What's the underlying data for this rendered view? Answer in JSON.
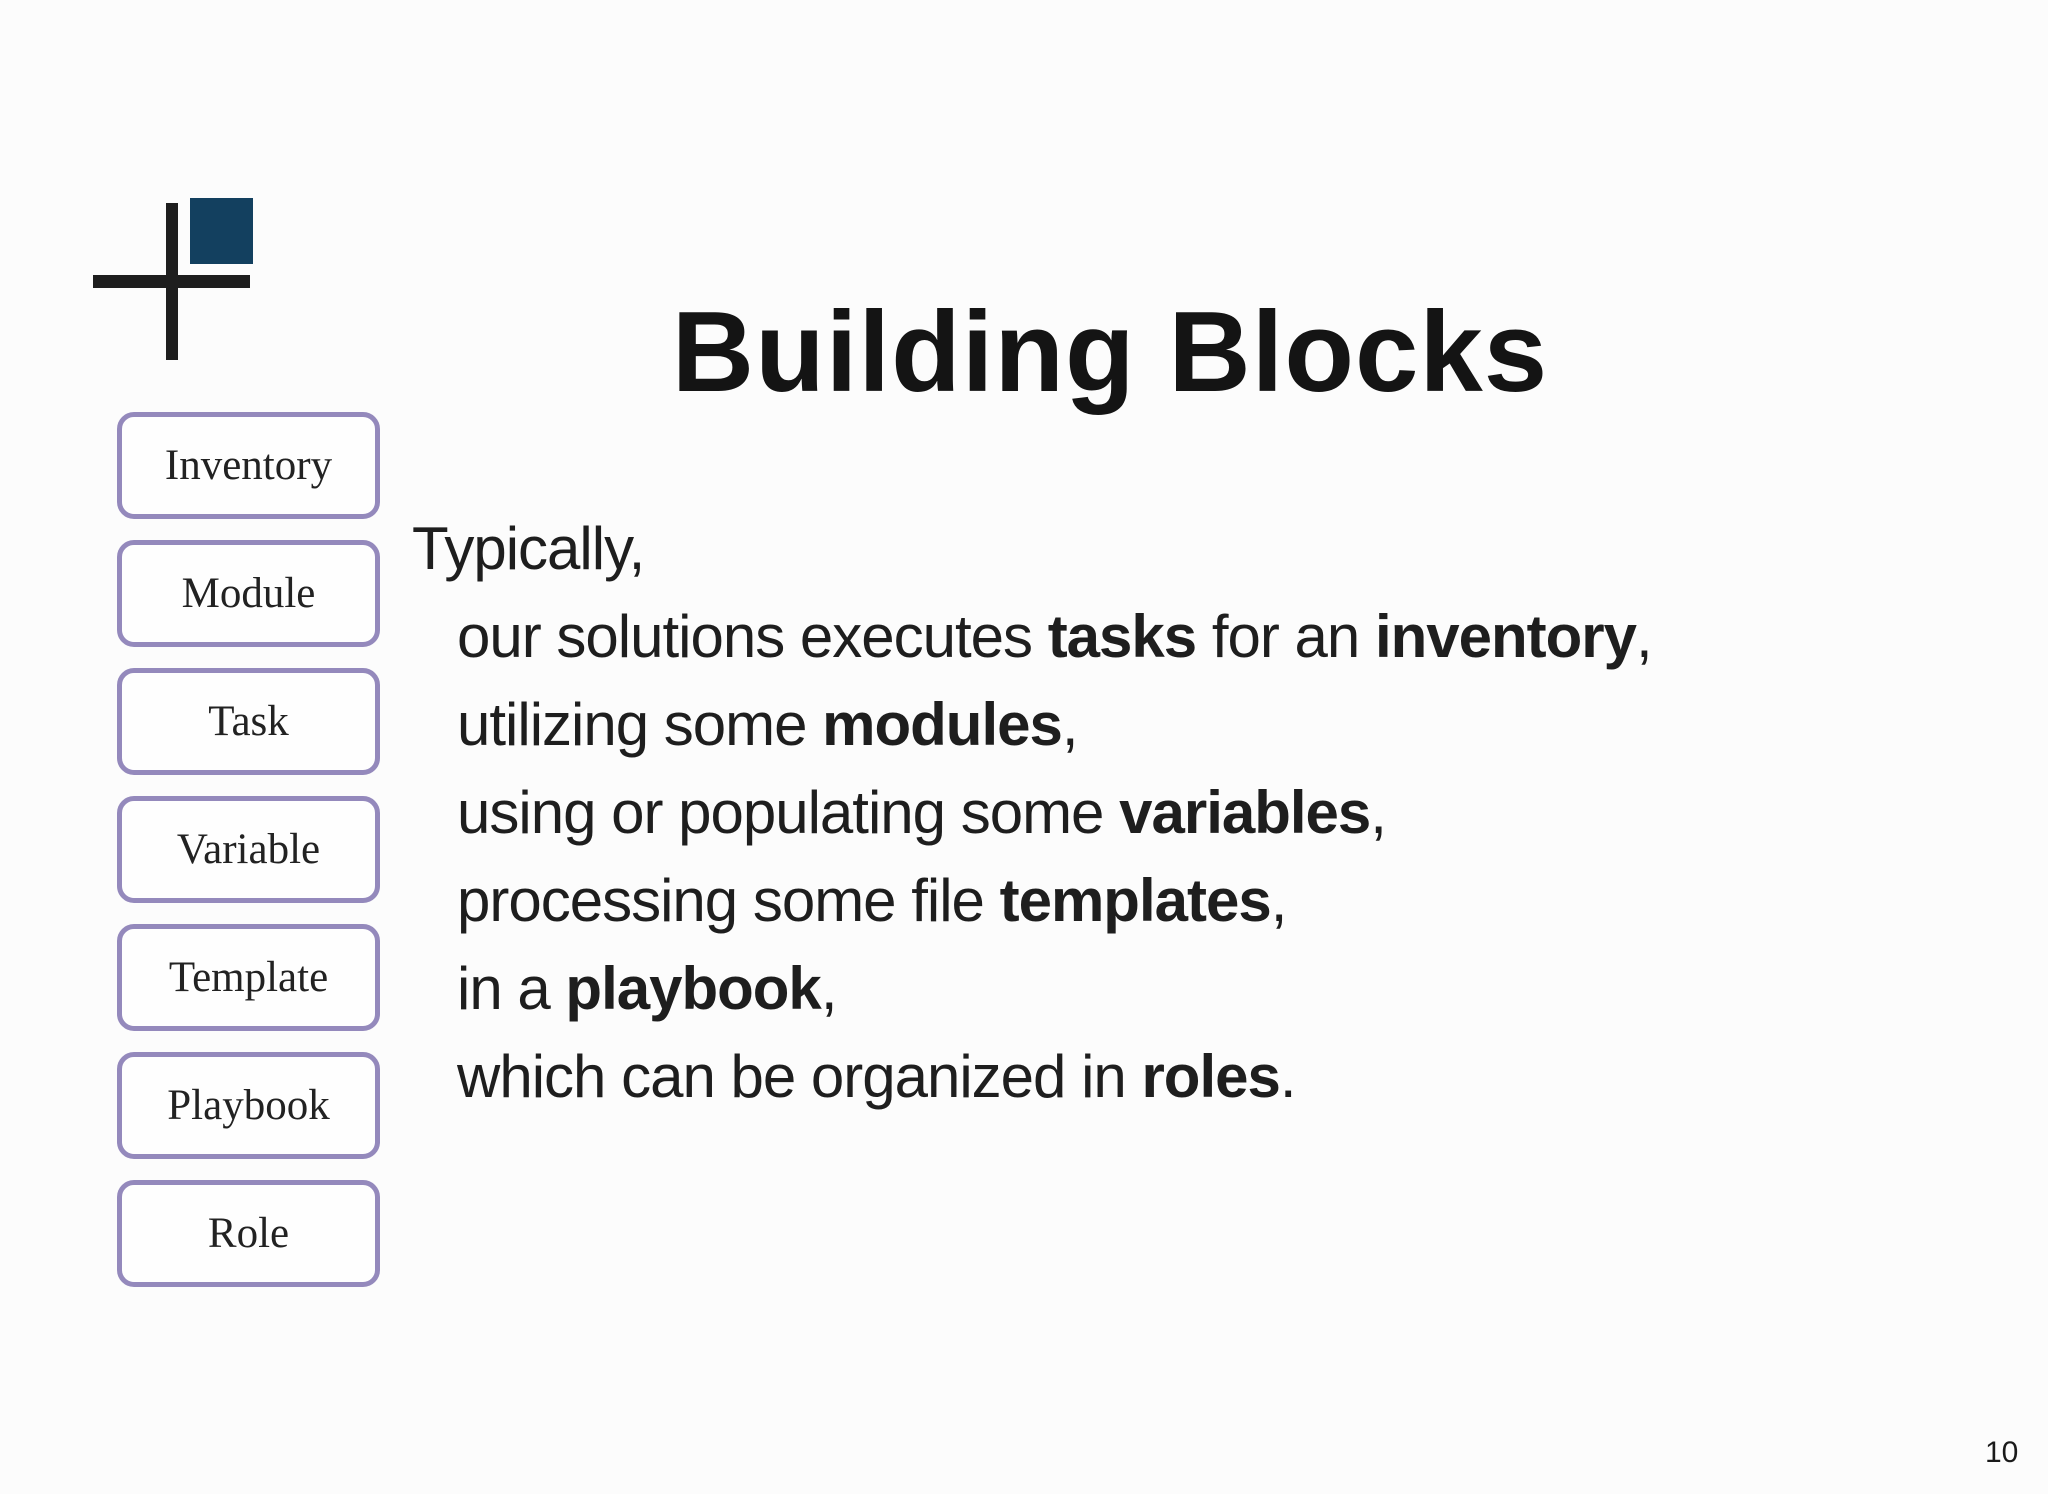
{
  "title": "Building Blocks",
  "page_number": "10",
  "logo": {
    "cross_color": "#1E1E1E",
    "square_color": "#13405F"
  },
  "blocks": {
    "border_color": "#9489BC",
    "items": [
      "Inventory",
      "Module",
      "Task",
      "Variable",
      "Template",
      "Playbook",
      "Role"
    ]
  },
  "body": {
    "lines": [
      {
        "indent": false,
        "segments": [
          {
            "text": "Typically,",
            "bold": false
          }
        ]
      },
      {
        "indent": true,
        "segments": [
          {
            "text": "our solutions executes ",
            "bold": false
          },
          {
            "text": "tasks",
            "bold": true
          },
          {
            "text": " for an ",
            "bold": false
          },
          {
            "text": "inventory",
            "bold": true
          },
          {
            "text": ",",
            "bold": false
          }
        ]
      },
      {
        "indent": true,
        "segments": [
          {
            "text": "utilizing some ",
            "bold": false
          },
          {
            "text": "modules",
            "bold": true
          },
          {
            "text": ",",
            "bold": false
          }
        ]
      },
      {
        "indent": true,
        "segments": [
          {
            "text": "using or populating some ",
            "bold": false
          },
          {
            "text": "variables",
            "bold": true
          },
          {
            "text": ",",
            "bold": false
          }
        ]
      },
      {
        "indent": true,
        "segments": [
          {
            "text": "processing some file ",
            "bold": false
          },
          {
            "text": "templates",
            "bold": true
          },
          {
            "text": ",",
            "bold": false
          }
        ]
      },
      {
        "indent": true,
        "segments": [
          {
            "text": "in a ",
            "bold": false
          },
          {
            "text": "playbook",
            "bold": true
          },
          {
            "text": ",",
            "bold": false
          }
        ]
      },
      {
        "indent": true,
        "segments": [
          {
            "text": "which can be organized in ",
            "bold": false
          },
          {
            "text": "roles",
            "bold": true
          },
          {
            "text": ".",
            "bold": false
          }
        ]
      }
    ]
  }
}
